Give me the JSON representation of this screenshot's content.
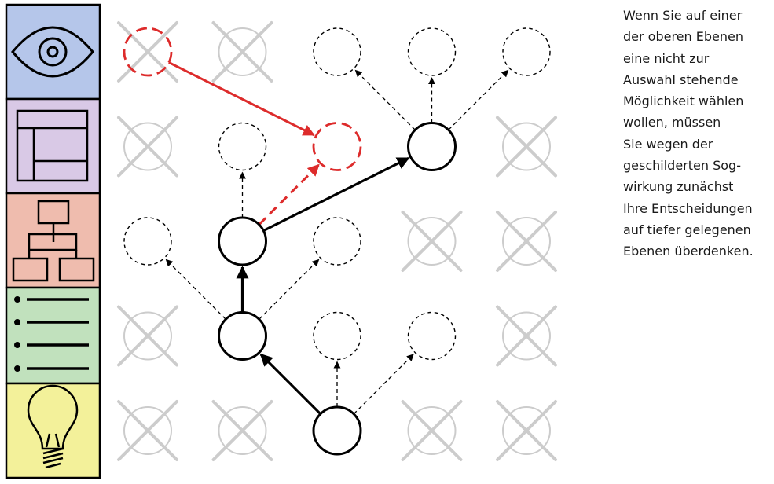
{
  "caption": {
    "lines": [
      "Wenn Sie auf einer",
      "der oberen Ebenen",
      "eine nicht zur",
      "Auswahl stehende",
      "Möglichkeit wählen",
      "wollen, müssen",
      "Sie wegen der",
      "geschilderten Sog-",
      "wirkung zunächst",
      "Ihre Entscheidungen",
      "auf tiefer gelegenen",
      "Ebenen überdenken."
    ]
  },
  "levels": [
    {
      "icon": "eye-icon",
      "color": "#b5c6ea"
    },
    {
      "icon": "layout-icon",
      "color": "#d9c9e6"
    },
    {
      "icon": "hierarchy-icon",
      "color": "#efbcae"
    },
    {
      "icon": "list-icon",
      "color": "#c1e1bd"
    },
    {
      "icon": "lightbulb-icon",
      "color": "#f3f19a"
    }
  ],
  "colors": {
    "highlight": "#dd2b2b",
    "unavailable": "#cccccc",
    "line": "#000000"
  },
  "grid": {
    "cols": 5,
    "rows": 5,
    "cells": [
      [
        "selected-unavailable",
        "unavailable",
        "option",
        "option",
        "option"
      ],
      [
        "unavailable",
        "option",
        "target-option",
        "chosen",
        "unavailable"
      ],
      [
        "option",
        "chosen",
        "option",
        "unavailable",
        "unavailable"
      ],
      [
        "unavailable",
        "chosen",
        "option",
        "option",
        "unavailable"
      ],
      [
        "unavailable",
        "unavailable",
        "chosen",
        "unavailable",
        "unavailable"
      ]
    ]
  },
  "edges": [
    {
      "from": [
        4,
        2
      ],
      "to": [
        3,
        1
      ],
      "kind": "chosen"
    },
    {
      "from": [
        3,
        1
      ],
      "to": [
        2,
        1
      ],
      "kind": "chosen"
    },
    {
      "from": [
        2,
        1
      ],
      "to": [
        1,
        3
      ],
      "kind": "chosen"
    },
    {
      "from": [
        4,
        2
      ],
      "to": [
        3,
        2
      ],
      "kind": "option"
    },
    {
      "from": [
        4,
        2
      ],
      "to": [
        3,
        3
      ],
      "kind": "option"
    },
    {
      "from": [
        3,
        1
      ],
      "to": [
        2,
        0
      ],
      "kind": "option"
    },
    {
      "from": [
        3,
        1
      ],
      "to": [
        2,
        2
      ],
      "kind": "option"
    },
    {
      "from": [
        2,
        1
      ],
      "to": [
        1,
        1
      ],
      "kind": "option"
    },
    {
      "from": [
        1,
        3
      ],
      "to": [
        0,
        2
      ],
      "kind": "option"
    },
    {
      "from": [
        1,
        3
      ],
      "to": [
        0,
        3
      ],
      "kind": "option"
    },
    {
      "from": [
        1,
        3
      ],
      "to": [
        0,
        4
      ],
      "kind": "option"
    },
    {
      "from": [
        2,
        1
      ],
      "to": [
        1,
        2
      ],
      "kind": "highlight-dashed"
    },
    {
      "from": [
        0,
        0
      ],
      "to": [
        1,
        2
      ],
      "kind": "highlight-solid"
    }
  ]
}
